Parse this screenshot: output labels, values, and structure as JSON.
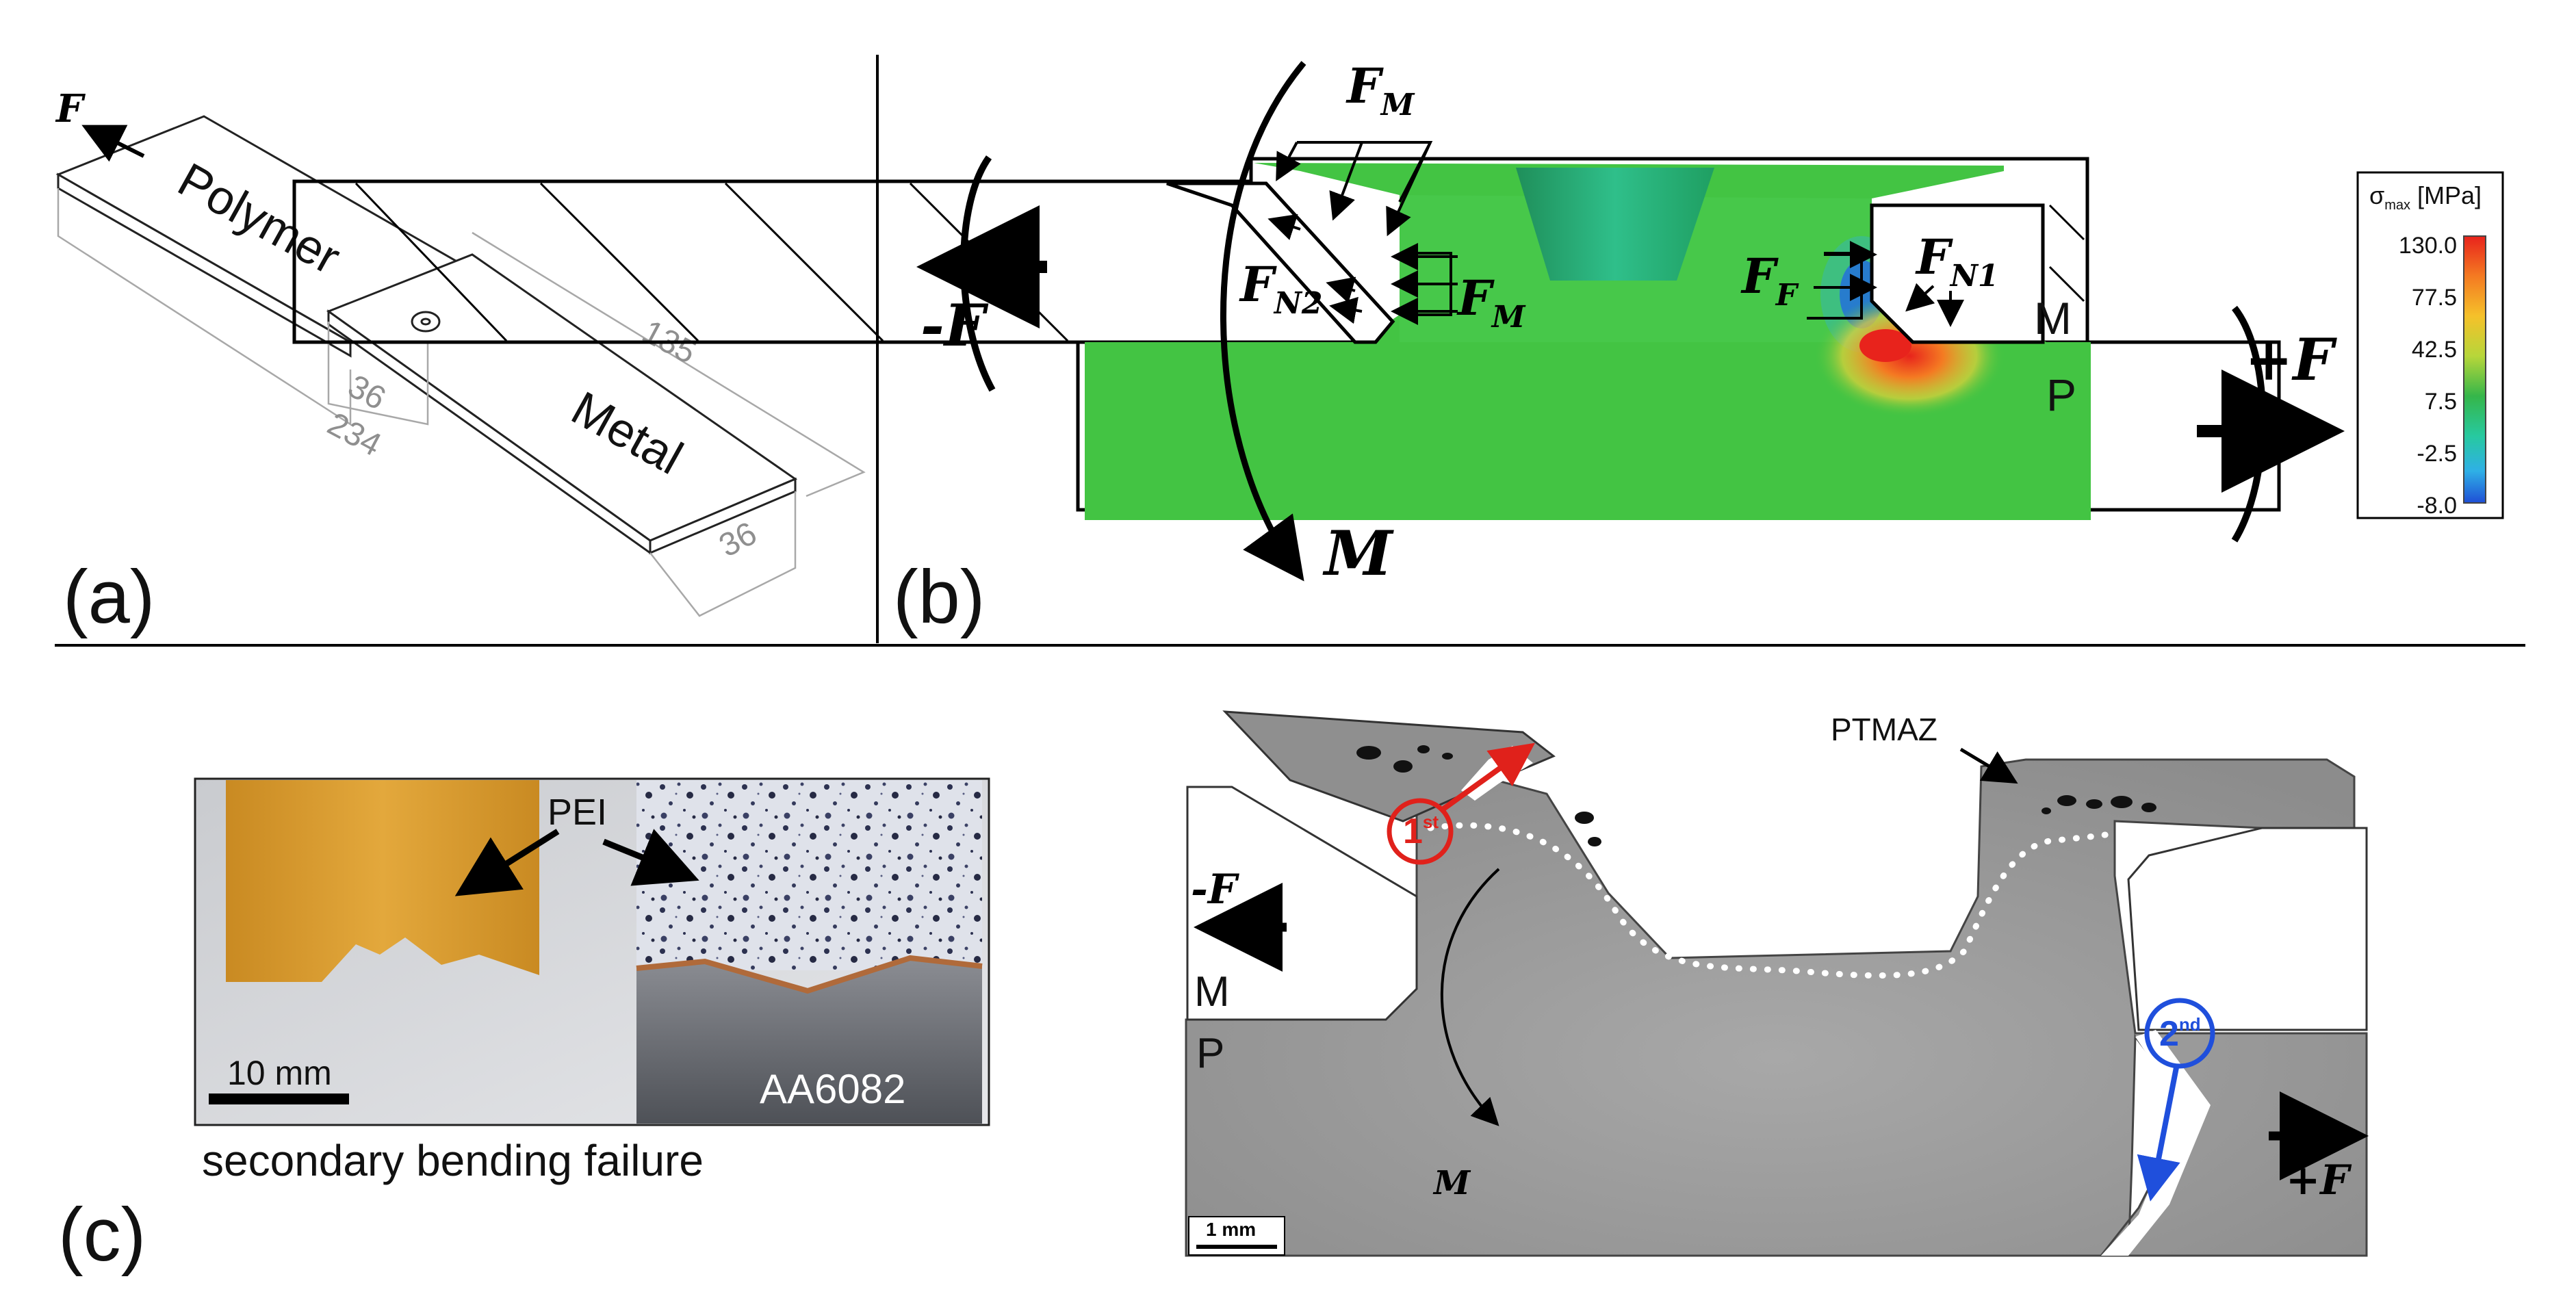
{
  "panel_a": {
    "label": "(a)",
    "force": "F",
    "polymer": "Polymer",
    "metal": "Metal",
    "dim_135": "135",
    "dim_36_overlap": "36",
    "dim_234": "234",
    "dim_36_width": "36"
  },
  "panel_b": {
    "label": "(b)",
    "force_left": "-F",
    "force_right": "+F",
    "moment": "M",
    "metal_letter": "M",
    "polymer_letter": "P",
    "f_m_top": "F",
    "f_m_top_sub": "M",
    "f_m_side": "F",
    "f_m_side_sub": "M",
    "f_n2": "F",
    "f_n2_sub": "N2",
    "f_f": "F",
    "f_f_sub": "F",
    "f_n1": "F",
    "f_n1_sub": "N1",
    "legend_title_sigma": "σ",
    "legend_title_sub": "max",
    "legend_title_unit": " [MPa]",
    "legend_ticks": [
      "130.0",
      "77.5",
      "42.5",
      "7.5",
      "-2.5",
      "-8.0"
    ],
    "legend_colors": [
      "#e8231c",
      "#f47a22",
      "#f5c12a",
      "#b7d63a",
      "#35b64a",
      "#27c9a0",
      "#2fb0e6",
      "#1f4fd6"
    ]
  },
  "panel_c": {
    "label": "(c)",
    "photo_pei": "PEI",
    "photo_metal": "AA6082",
    "photo_scale": "10 mm",
    "photo_caption": "secondary bending failure",
    "ptmaz": "PTMAZ",
    "force_left": "-F",
    "force_right": "+F",
    "metal_letter": "M",
    "polymer_letter": "P",
    "moment": "M",
    "first_crack": "1",
    "first_crack_sup": "st",
    "second_crack": "2",
    "second_crack_sup": "nd",
    "micro_scale": "1 mm"
  },
  "colors": {
    "fe_green": "#43c443",
    "micro_gray": "#9c9c9c",
    "first_crack": "#e0211b",
    "second_crack": "#1f4fdc",
    "pei_orange": "#d99a2e"
  }
}
